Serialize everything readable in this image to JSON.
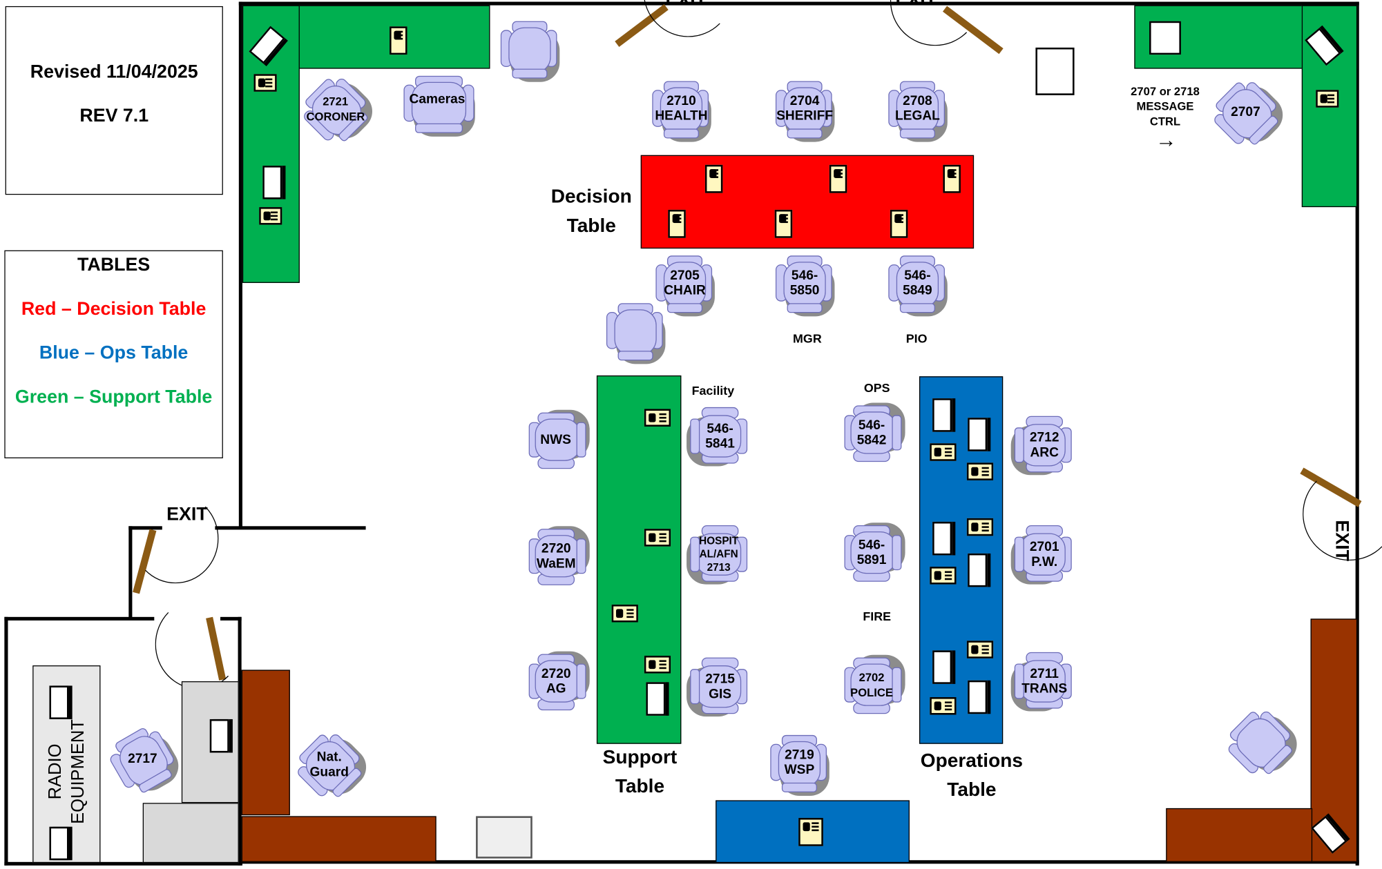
{
  "header": {
    "revised": "Revised 11/04/2025",
    "rev": "REV 7.1"
  },
  "legend": {
    "title": "TABLES",
    "items": [
      {
        "label": "Red – Decision Table",
        "color": "#ff0000"
      },
      {
        "label": "Blue – Ops Table",
        "color": "#0070c0"
      },
      {
        "label": "Green – Support Table",
        "color": "#00b050"
      }
    ]
  },
  "tables": {
    "decision": {
      "label": "Decision\nTable",
      "color": "#ff0000"
    },
    "support": {
      "label": "Support\nTable",
      "color": "#00b050"
    },
    "operations": {
      "label": "Operations\nTable",
      "color": "#0070c0"
    }
  },
  "exits": {
    "label": "EXIT"
  },
  "room_labels": {
    "radio": "RADIO\nEQUIPMENT",
    "message_ctrl": "2707 or 2718\nMESSAGE\nCTRL",
    "message_arrow": "→",
    "mgr": "MGR",
    "pio": "PIO",
    "facility": "Facility",
    "ops": "OPS",
    "fire": "FIRE"
  },
  "seats": [
    {
      "id": "seat-2710-health",
      "label": "2710\nHEALTH"
    },
    {
      "id": "seat-2704-sheriff",
      "label": "2704\nSHERIFF"
    },
    {
      "id": "seat-2708-legal",
      "label": "2708\nLEGAL"
    },
    {
      "id": "seat-2705-chair",
      "label": "2705\nCHAIR"
    },
    {
      "id": "seat-546-5850",
      "label": "546-\n5850"
    },
    {
      "id": "seat-546-5849",
      "label": "546-\n5849"
    },
    {
      "id": "seat-2721-coroner",
      "label": "2721\nCORONER"
    },
    {
      "id": "seat-cameras",
      "label": "Cameras"
    },
    {
      "id": "seat-2707",
      "label": "2707"
    },
    {
      "id": "seat-nws",
      "label": "NWS"
    },
    {
      "id": "seat-2720-waem",
      "label": "2720\nWaEM"
    },
    {
      "id": "seat-2720-ag",
      "label": "2720\nAG"
    },
    {
      "id": "seat-546-5841",
      "label": "546-\n5841"
    },
    {
      "id": "seat-hospital",
      "label": "HOSPIT\nAL/AFN\n2713"
    },
    {
      "id": "seat-2715-gis",
      "label": "2715\nGIS"
    },
    {
      "id": "seat-546-5842",
      "label": "546-\n5842"
    },
    {
      "id": "seat-546-5891",
      "label": "546-\n5891"
    },
    {
      "id": "seat-2702-police",
      "label": "2702\nPOLICE"
    },
    {
      "id": "seat-2712-arc",
      "label": "2712\nARC"
    },
    {
      "id": "seat-2701-pw",
      "label": "2701\nP.W."
    },
    {
      "id": "seat-2711-trans",
      "label": "2711\nTRANS"
    },
    {
      "id": "seat-2719-wsp",
      "label": "2719\nWSP"
    },
    {
      "id": "seat-2717",
      "label": "2717"
    },
    {
      "id": "seat-nat-guard",
      "label": "Nat.\nGuard"
    },
    {
      "id": "seat-unlabeled",
      "label": ""
    }
  ]
}
